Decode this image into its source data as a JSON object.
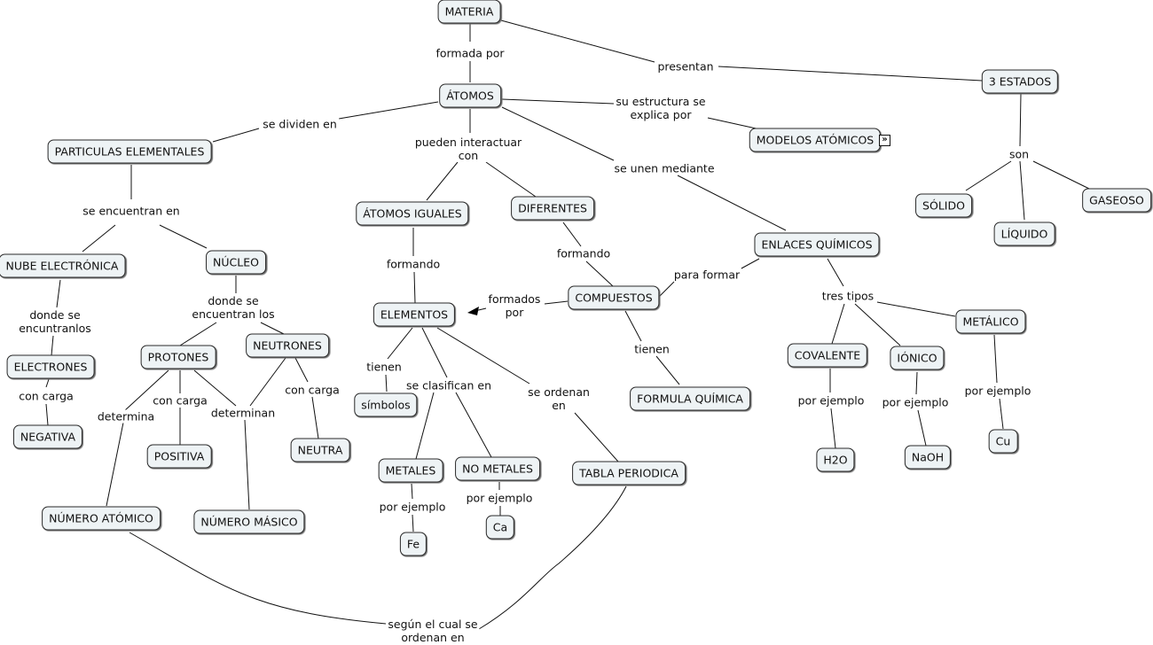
{
  "nodes": {
    "materia": "MATERIA",
    "atomos": "ÁTOMOS",
    "estados": "3 ESTADOS",
    "particulas": "PARTICULAS ELEMENTALES",
    "modelos": "MODELOS ATÓMICOS",
    "solido": "SÓLIDO",
    "liquido": "LÍQUIDO",
    "gaseoso": "GASEOSO",
    "atomos_iguales": "ÁTOMOS IGUALES",
    "diferentes": "DIFERENTES",
    "enlaces": "ENLACES QUÍMICOS",
    "nube": "NUBE ELECTRÓNICA",
    "nucleo": "NÚCLEO",
    "elementos": "ELEMENTOS",
    "compuestos": "COMPUESTOS",
    "electrones": "ELECTRONES",
    "protones": "PROTONES",
    "neutrones": "NEUTRONES",
    "metalico": "METÁLICO",
    "covalente": "COVALENTE",
    "ionico": "IÓNICO",
    "negativa": "NEGATIVA",
    "positiva": "POSITIVA",
    "neutra": "NEUTRA",
    "simbolos": "símbolos",
    "formula": "FORMULA QUÍMICA",
    "cu": "Cu",
    "h2o": "H2O",
    "naoh": "NaOH",
    "metales": "METALES",
    "no_metales": "NO METALES",
    "tabla": "TABLA PERIODICA",
    "num_atomico": "NÚMERO ATÓMICO",
    "num_masico": "NÚMERO MÁSICO",
    "fe": "Fe",
    "ca": "Ca"
  },
  "links": {
    "formada_por": "formada por",
    "presentan": "presentan",
    "se_dividen_en": "se dividen en",
    "su_estructura": "su estructura se\nexplica por",
    "pueden_interactuar": "pueden interactuar\ncon",
    "se_unen_mediante": "se unen mediante",
    "son": "son",
    "se_encuentran_en": "se encuentran en",
    "formando": "formando",
    "formando2": "formando",
    "para_formar": "para formar",
    "donde_se_encuentran_los": "donde se\nencuentran los",
    "donde_se_encuntranlos": "donde se\nencuntranlos",
    "formados_por": "formados\npor",
    "tres_tipos": "tres tipos",
    "tienen_compuestos": "tienen",
    "tienen_elementos": "tienen",
    "se_clasifican_en": "se clasifican en",
    "se_ordenan_en": "se ordenan\nen",
    "con_carga_electrones": "con carga",
    "con_carga_protones": "con carga",
    "con_carga_neutrones": "con carga",
    "determina": "determina",
    "determinan": "determinan",
    "por_ejemplo_metalico": "por ejemplo",
    "por_ejemplo_covalente": "por ejemplo",
    "por_ejemplo_ionico": "por ejemplo",
    "por_ejemplo_metales": "por ejemplo",
    "por_ejemplo_no_metales": "por ejemplo",
    "segun_el_cual": "según el cual se\nordenan en"
  },
  "icons": {
    "modelos_link": "concept-link-icon"
  }
}
